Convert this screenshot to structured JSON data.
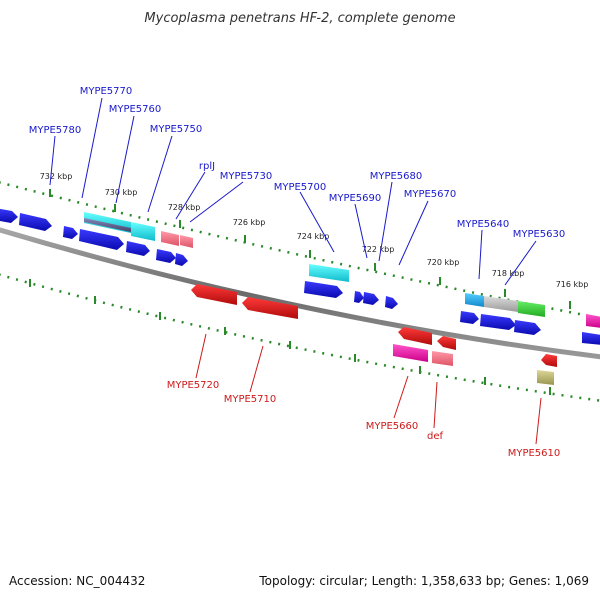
{
  "title": "Mycoplasma penetrans HF-2, complete genome",
  "colors": {
    "backbone": "#777777",
    "forward_gene": "#1414dd",
    "reverse_gene": "#ee1111",
    "tick": "#2a8a2a",
    "label_forward": "#1a1acc",
    "label_reverse": "#cc1a1a"
  },
  "kbp_labels": [
    "732 kbp",
    "730 kbp",
    "728 kbp",
    "726 kbp",
    "724 kbp",
    "722 kbp",
    "720 kbp",
    "718 kbp",
    "716 kbp"
  ],
  "forward_labels": [
    "MYPE5780",
    "MYPE5770",
    "MYPE5760",
    "MYPE5750",
    "rplJ",
    "MYPE5730",
    "MYPE5700",
    "MYPE5690",
    "MYPE5680",
    "MYPE5670",
    "MYPE5640",
    "MYPE5630"
  ],
  "reverse_labels": [
    "MYPE5720",
    "MYPE5710",
    "MYPE5660",
    "def",
    "MYPE5610"
  ],
  "footer": {
    "accession": "Accession: NC_004432",
    "topology": "Topology: circular; Length: 1,358,633 bp; Genes: 1,069"
  }
}
